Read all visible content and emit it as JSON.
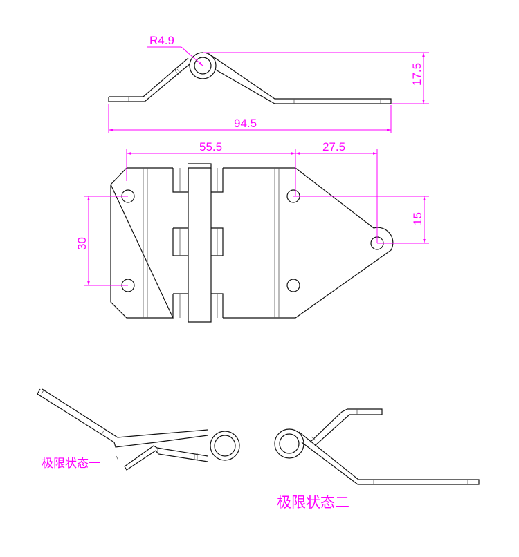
{
  "drawing": {
    "side_view": {
      "radius_label": "R4.9",
      "height_label": "17.5",
      "length_label": "94.5"
    },
    "plan_view": {
      "hole_spacing_left_label": "55.5",
      "hole_spacing_right_label": "27.5",
      "vertical_hole_spacing_label": "30",
      "tip_offset_label": "15"
    },
    "limit_states": [
      {
        "label": "极限状态一"
      },
      {
        "label": "极限状态二"
      }
    ],
    "colors": {
      "dimension": "#ff00ff",
      "outline": "#111111"
    }
  }
}
